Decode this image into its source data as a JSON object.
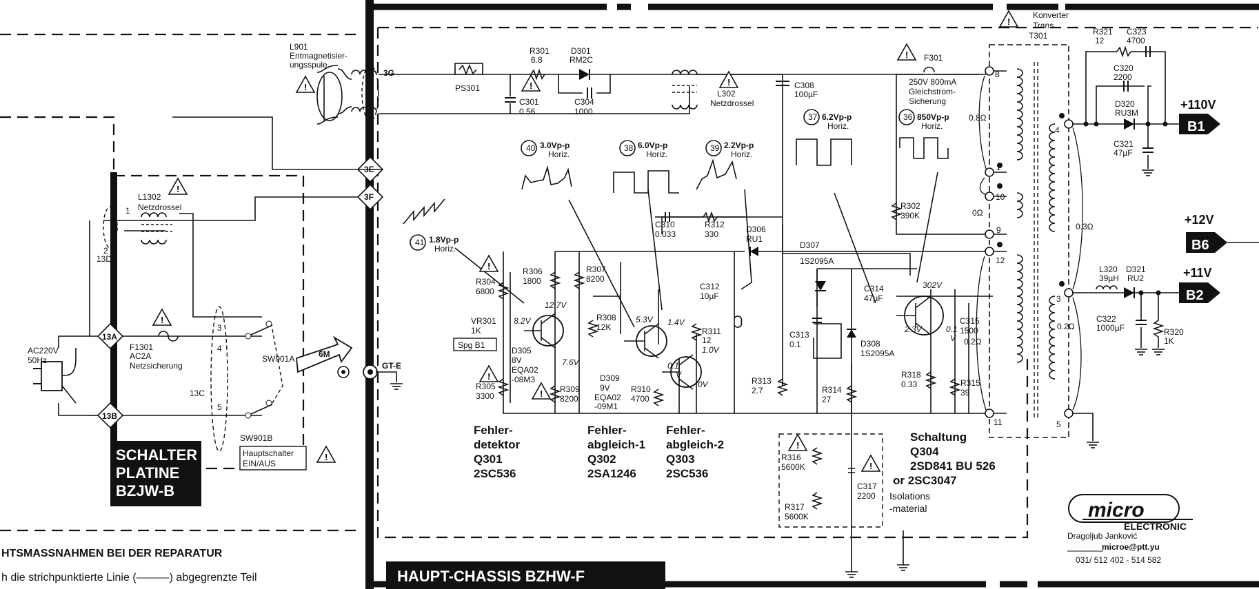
{
  "main_chassis": {
    "title": "HAUPT-CHASSIS BZHW-F"
  },
  "switch_board": {
    "title_lines": [
      "SCHALTER",
      "PLATINE",
      "BZJW-B"
    ],
    "ac_input": [
      "AC220V",
      "50Hz"
    ],
    "fuse": [
      "F1301",
      "AC2A",
      "Netzsicherung"
    ],
    "choke": [
      "L1302",
      "Netzdrossel"
    ],
    "switch_a": "SW901A",
    "switch_b": "SW901B",
    "main_switch": [
      "Hauptschalter",
      "EIN/AUS"
    ],
    "connectors": [
      "13A",
      "13B",
      "13C",
      "13D1",
      "6M"
    ],
    "pins": [
      "1",
      "2",
      "3",
      "4",
      "5"
    ]
  },
  "degauss": {
    "label": [
      "L901",
      "Entmagnetisier-",
      "ungsspule"
    ],
    "connectors": [
      "3G",
      "3E",
      "3F",
      "GT-E"
    ]
  },
  "components": {
    "ps301": "PS301",
    "r301": [
      "R301",
      "6.8"
    ],
    "d301": [
      "D301",
      "RM2C"
    ],
    "c301": [
      "C301",
      "0.56"
    ],
    "c304": [
      "C304",
      "1000"
    ],
    "l302": [
      "L302",
      "Netzdrossel"
    ],
    "c308": [
      "C308",
      "100µF"
    ],
    "f301": [
      "F301",
      "250V 800mA",
      "Gleichstrom-",
      "Sicherung"
    ],
    "r302": [
      "R302",
      "390K"
    ],
    "c310": [
      "C310",
      "0.033"
    ],
    "r312": [
      "R312",
      "330"
    ],
    "d306": [
      "D306",
      "RU1"
    ],
    "d307": [
      "D307",
      "1S2095A"
    ],
    "c312": [
      "C312",
      "10µF"
    ],
    "r306": [
      "R306",
      "1800"
    ],
    "r307": [
      "R307",
      "8200"
    ],
    "r304": [
      "R304",
      "6800"
    ],
    "vr301": [
      "VR301",
      "1K"
    ],
    "spg": "Spg  B1",
    "d305": [
      "D305",
      "8V",
      "EQA02",
      "-08M3"
    ],
    "r305": [
      "R305",
      "3300"
    ],
    "r308": [
      "R308",
      "12K"
    ],
    "r309": [
      "R309",
      "8200"
    ],
    "d309": [
      "D309",
      "9V",
      "EQA02",
      "-09M1"
    ],
    "r310": [
      "R310",
      "4700"
    ],
    "r311": [
      "R311",
      "12"
    ],
    "c313": [
      "C313",
      "0.1"
    ],
    "d308": [
      "D308",
      "1S2095A"
    ],
    "r313": [
      "R313",
      "2.7"
    ],
    "r314": [
      "R314",
      "27"
    ],
    "c314": [
      "C314",
      "47µF"
    ],
    "r318": [
      "R318",
      "0.33"
    ],
    "c315": [
      "C315",
      "1500"
    ],
    "r315": [
      "R315",
      "39"
    ],
    "r316": [
      "R316",
      "5600K"
    ],
    "r317": [
      "R317",
      "5600K"
    ],
    "c317": [
      "C317",
      "2200"
    ],
    "isolation": [
      "Isolations",
      "-material"
    ],
    "r321": [
      "R321",
      "12"
    ],
    "c323": [
      "C323",
      "4700"
    ],
    "c320": [
      "C320",
      "2200"
    ],
    "d320": [
      "D320",
      "RU3M"
    ],
    "c321": [
      "C321",
      "47µF"
    ],
    "l320": [
      "L320",
      "39µH"
    ],
    "d321": [
      "D321",
      "RU2"
    ],
    "c322": [
      "C322",
      "1000µF"
    ],
    "r320": [
      "R320",
      "1K"
    ],
    "transformer": [
      "Konverter",
      "Trans.",
      "T301"
    ]
  },
  "voltages": {
    "v12_7": "12.7V",
    "v8_2": "8.2V",
    "v7_6": "7.6V",
    "v5_3": "5.3V",
    "v1_4": "1.4V",
    "v1_0": "1.0V",
    "v0_1a": "0.1",
    "v0_1b": "V",
    "v0": "0V",
    "v2_3": "2.3V",
    "v302": "302V",
    "v0_1c": "0.1",
    "v0_1d": "V"
  },
  "waveforms": {
    "w41": [
      "41",
      "1.8Vp-p",
      "Horiz."
    ],
    "w40": [
      "40",
      "3.0Vp-p",
      "Horiz."
    ],
    "w38": [
      "38",
      "6.0Vp-p",
      "Horiz."
    ],
    "w39": [
      "39",
      "2.2Vp-p",
      "Horiz."
    ],
    "w37": [
      "37",
      "6.2Vp-p",
      "Horiz."
    ],
    "w36": [
      "36",
      "850Vp-p",
      "Horiz."
    ]
  },
  "resistances": [
    "0.8Ω",
    "0Ω",
    "0.2Ω",
    "0.3Ω",
    "0.2Ω"
  ],
  "pins_t301": [
    "8",
    "1",
    "10",
    "9",
    "12",
    "11",
    "4",
    "3",
    "5"
  ],
  "outputs": [
    {
      "voltage": "+110V",
      "name": "B1"
    },
    {
      "voltage": "+12V",
      "name": "B6"
    },
    {
      "voltage": "+11V",
      "name": "B2"
    }
  ],
  "stages": [
    {
      "title": [
        "Fehler-",
        "detektor"
      ],
      "part": "Q301",
      "type": "2SC536"
    },
    {
      "title": [
        "Fehler-",
        "abgleich-1"
      ],
      "part": "Q302",
      "type": "2SA1246"
    },
    {
      "title": [
        "Fehler-",
        "abgleich-2"
      ],
      "part": "Q303",
      "type": "2SC536"
    },
    {
      "title": [
        "Schaltung"
      ],
      "part": "Q304",
      "type": "2SD841  BU 526",
      "alt": "or 2SC3047"
    }
  ],
  "footer": {
    "caution_title": "HTSMASSNAHMEN BEI DER REPARATUR",
    "caution_text": "h die strichpunktierte Linie (———) abgegrenzte Teil"
  },
  "logo": {
    "mark": "micro",
    "word": "ELECTRONIC",
    "author": "Dragoljub Janković",
    "email": "microe@ptt.yu",
    "phone": "031/ 512 402 - 514 582"
  }
}
